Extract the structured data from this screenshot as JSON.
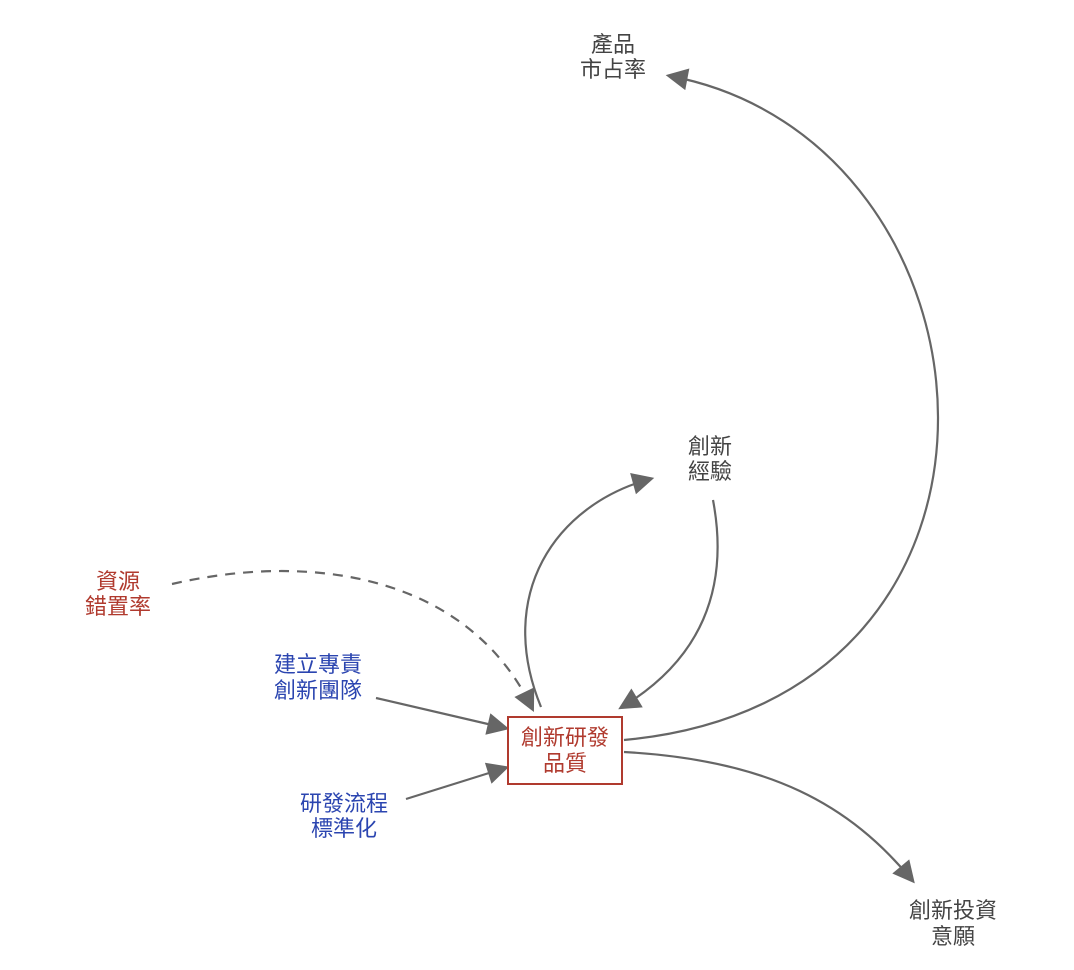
{
  "diagram": {
    "nodes": {
      "market_share": {
        "lines": [
          "產品",
          "市占率"
        ],
        "color": "#444444"
      },
      "innovation_experience": {
        "lines": [
          "創新",
          "經驗"
        ],
        "color": "#444444"
      },
      "resource_misallocation": {
        "lines": [
          "資源",
          "錯置率"
        ],
        "color": "#b03a2e"
      },
      "dedicated_team": {
        "lines": [
          "建立專責",
          "創新團隊"
        ],
        "color": "#2b45b0"
      },
      "standardization": {
        "lines": [
          "研發流程",
          "標準化"
        ],
        "color": "#2b45b0"
      },
      "rd_quality": {
        "lines": [
          "創新研發",
          "品質"
        ],
        "color": "#b03a2e"
      },
      "investment_willingness": {
        "lines": [
          "創新投資",
          "意願"
        ],
        "color": "#444444"
      }
    },
    "edge_color": "#666666"
  }
}
